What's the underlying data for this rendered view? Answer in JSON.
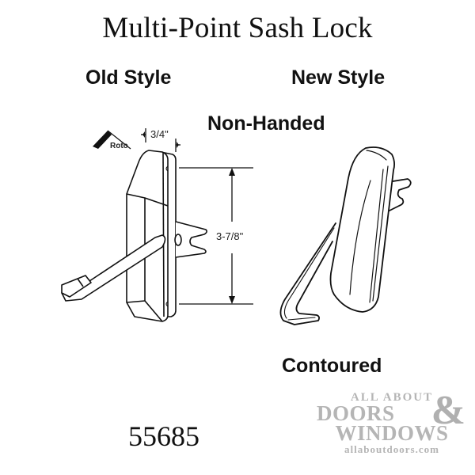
{
  "title": "Multi-Point Sash Lock",
  "labels": {
    "old_style": "Old Style",
    "new_style": "New Style",
    "non_handed": "Non-Handed",
    "contoured": "Contoured"
  },
  "dimensions": {
    "width": "3/4\"",
    "height": "3-7/8\""
  },
  "brand_mark": "Roto",
  "part_number": "55685",
  "watermark": {
    "line1": "ALL ABOUT",
    "line2": "DOORS",
    "ampersand": "&",
    "line3": "WINDOWS",
    "url": "allaboutdoors.com",
    "color": "#b5b5b5"
  },
  "colors": {
    "background": "#ffffff",
    "line_art": "#111111"
  }
}
